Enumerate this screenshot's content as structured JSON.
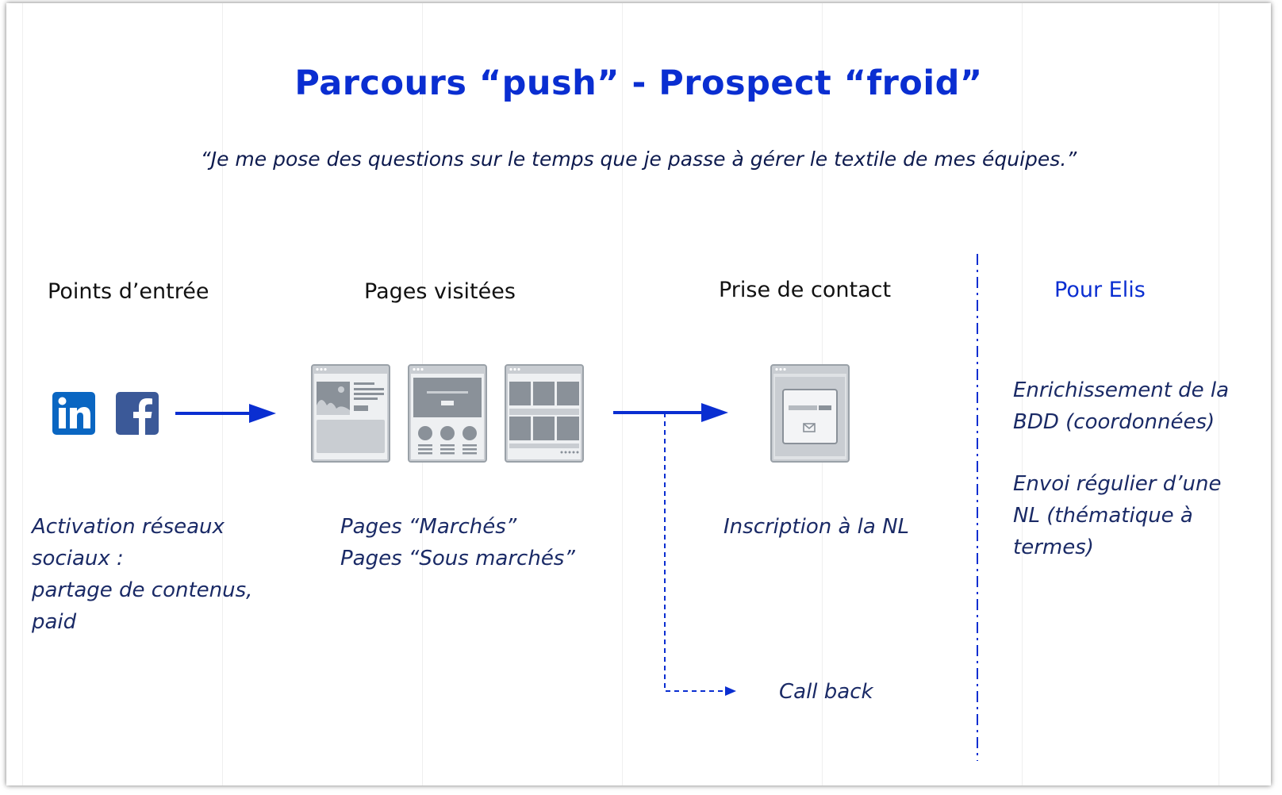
{
  "title": "Parcours “push” - Prospect “froid”",
  "quote": "“Je me pose des questions sur le temps que je passe à gérer le textile de mes équipes.”",
  "columns": {
    "entry": {
      "title": "Points d’entrée",
      "icons": [
        "linkedin-icon",
        "facebook-icon"
      ],
      "desc": [
        "Activation réseaux",
        "sociaux :",
        "partage de contenus,",
        "paid"
      ]
    },
    "pages": {
      "title": "Pages visitées",
      "icons": [
        "page-wireframe-article-icon",
        "page-wireframe-landing-icon",
        "page-wireframe-grid-icon"
      ],
      "desc": [
        "Pages “Marchés”",
        "Pages “Sous marchés”"
      ]
    },
    "contact": {
      "title": "Prise de contact",
      "icons": [
        "newsletter-wireframe-icon"
      ],
      "desc": [
        "Inscription à la NL"
      ],
      "callback": "Call back"
    },
    "elis": {
      "title": "Pour Elis",
      "desc1": [
        "Enrichissement de la",
        "BDD (coordonnées)"
      ],
      "desc2": [
        "Envoi régulier d’une",
        "NL (thématique à",
        "termes)"
      ]
    }
  },
  "colors": {
    "accent": "#0a2ed1",
    "text_dark": "#111111",
    "text_italic": "#1a2a66",
    "wireframe": "#8a9199",
    "linkedin": "#0a66c2",
    "facebook": "#3b5998"
  }
}
